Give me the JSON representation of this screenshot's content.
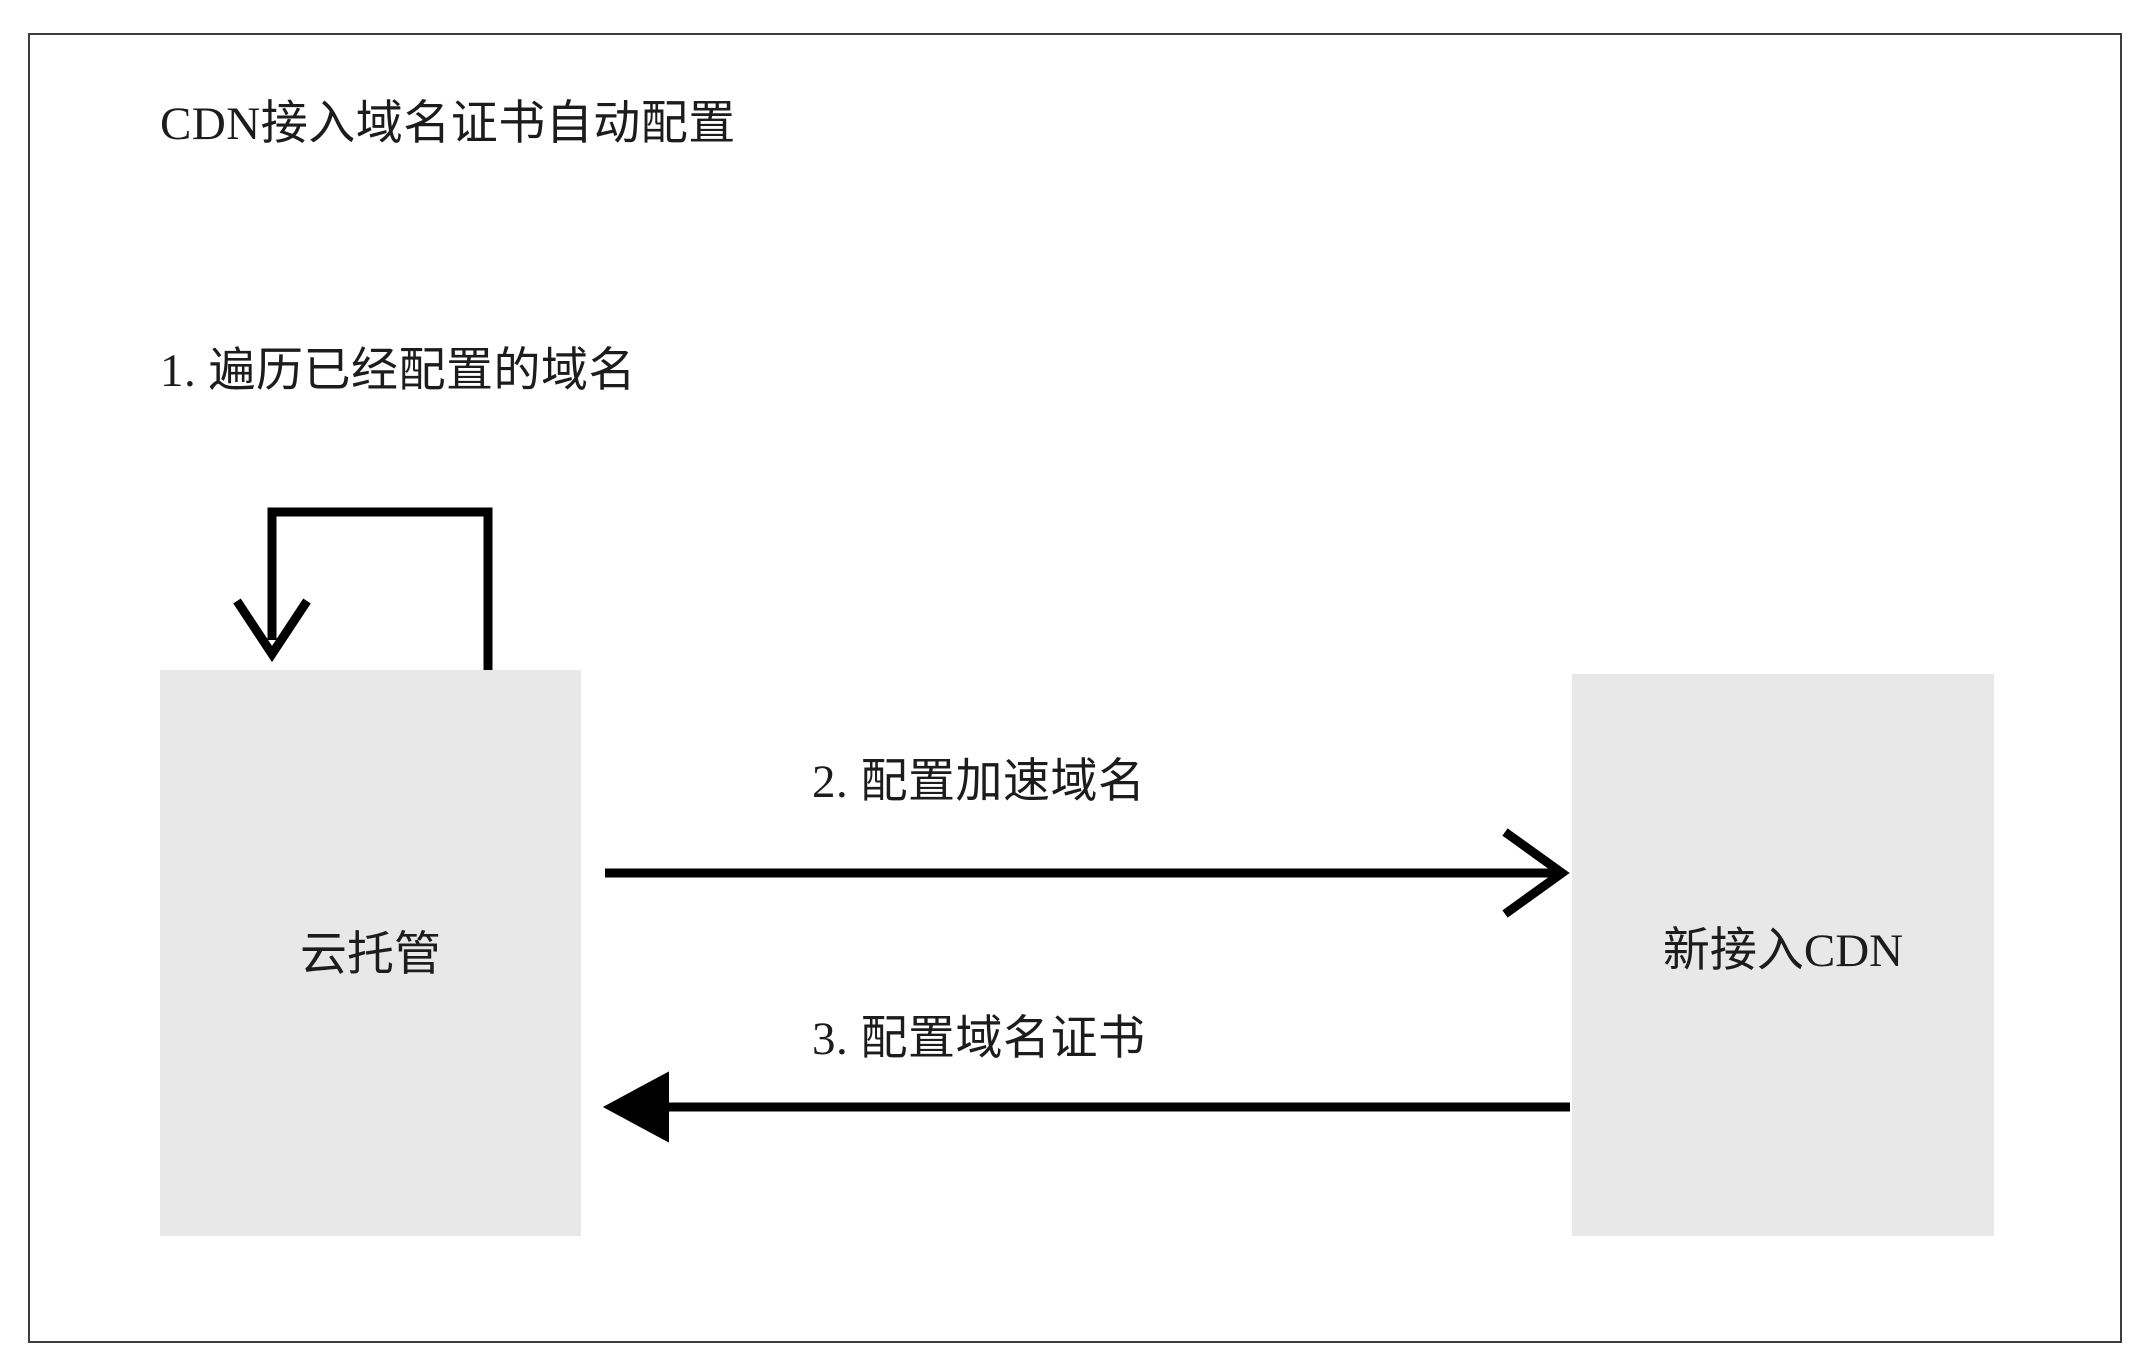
{
  "figure": {
    "title": "CDN接入域名证书自动配置",
    "background_color": "#ffffff",
    "frame_border_color": "#3d3d3d",
    "node_fill_color": "#e8e8e8",
    "line_color": "#000000",
    "text_color": "#1c1c1c"
  },
  "steps": {
    "step1": "1. 遍历已经配置的域名",
    "step2": "2. 配置加速域名",
    "step3": "3. 配置域名证书"
  },
  "nodes": {
    "left": {
      "label": "云托管"
    },
    "right": {
      "label": "新接入CDN"
    }
  },
  "edges": [
    {
      "id": "self-loop",
      "label_ref": "step1",
      "from": "云托管",
      "to": "云托管",
      "direction": "self",
      "arrowhead": "open-v"
    },
    {
      "id": "configure-accel-domain",
      "label": "2. 配置加速域名",
      "from": "云托管",
      "to": "新接入CDN",
      "direction": "right",
      "arrowhead": "open-v"
    },
    {
      "id": "configure-domain-cert",
      "label": "3. 配置域名证书",
      "from": "新接入CDN",
      "to": "云托管",
      "direction": "left",
      "arrowhead": "filled-triangle"
    }
  ]
}
